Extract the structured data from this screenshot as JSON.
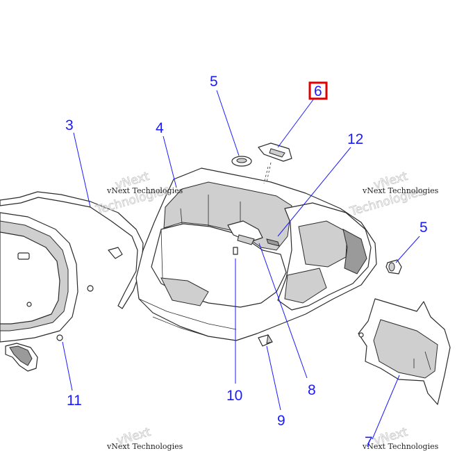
{
  "callouts": {
    "c3": "3",
    "c4": "4",
    "c5_top": "5",
    "c5_right": "5",
    "c6": "6",
    "c7": "7",
    "c8": "8",
    "c9": "9",
    "c10": "10",
    "c11": "11",
    "c12": "12"
  },
  "highlight_color": "#e00000",
  "callout_color": "#1a1aff",
  "watermark": {
    "line1": "vNext",
    "line2": "Technologies",
    "small": "vNext Technologies"
  }
}
